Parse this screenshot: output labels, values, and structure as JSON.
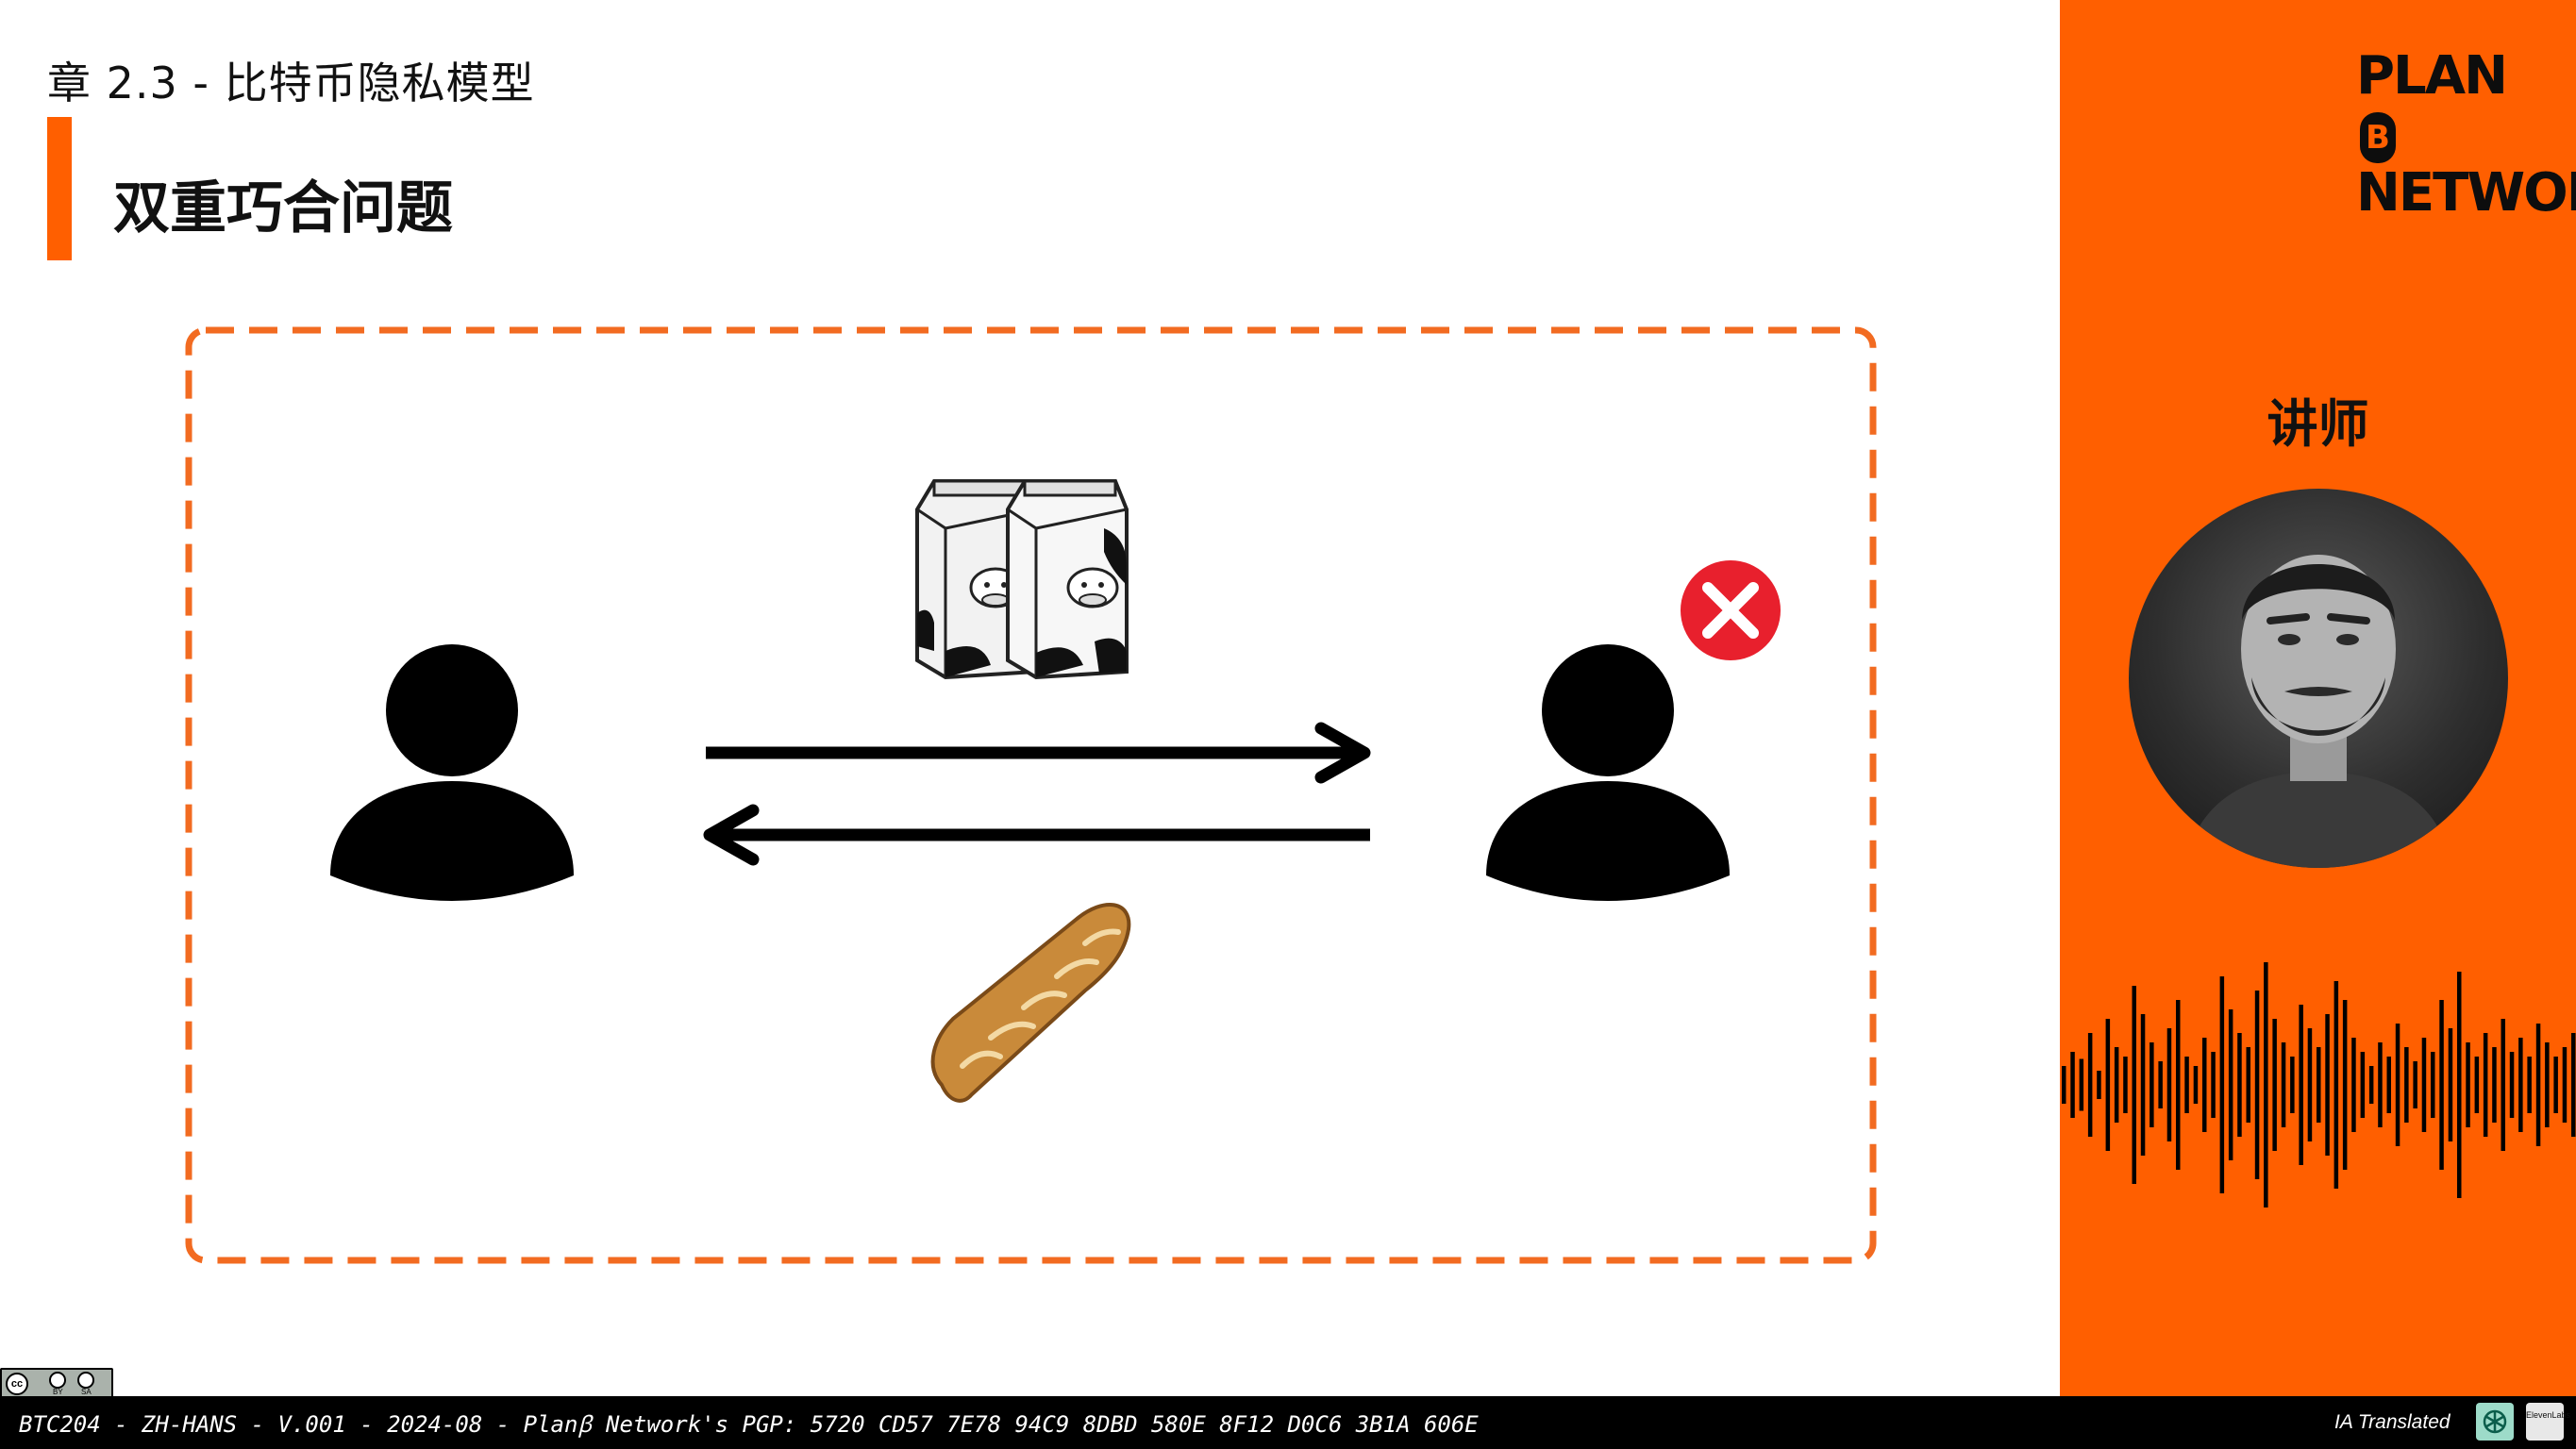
{
  "header": {
    "chapter": "章 2.3 - 比特币隐私模型",
    "title": "双重巧合问题"
  },
  "sidebar": {
    "logo_line1": "PLAN",
    "logo_b": "B",
    "logo_line2": "NETWORK",
    "instructor_label": "讲师"
  },
  "diagram": {
    "icons": [
      "person-icon",
      "person-icon",
      "milk-carton-icon",
      "baguette-icon",
      "reject-x-icon",
      "arrow-right-icon",
      "arrow-left-icon"
    ]
  },
  "footer": {
    "text": "BTC204 - ZH-HANS - V.001 - 2024-08 - Planꞵ Network's PGP: 5720 CD57 7E78 94C9 8DBD 580E 8F12 D0C6 3B1A 606E",
    "ia_label": "IA Translated",
    "cc_by": "BY",
    "cc_sa": "SA",
    "elevenlabs": "ElevenLabs"
  },
  "colors": {
    "accent": "#ff5f00",
    "black": "#000000",
    "reject_red": "#e8202d"
  }
}
